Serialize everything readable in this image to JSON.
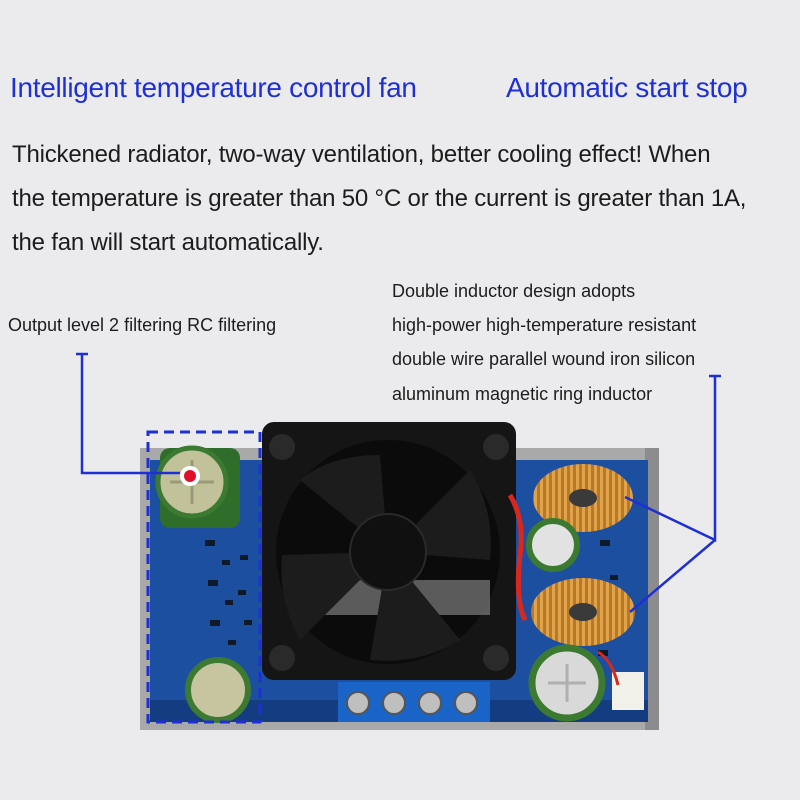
{
  "headline": {
    "left": "Intelligent temperature control fan",
    "right": "Automatic start stop"
  },
  "description": {
    "lines": [
      "Thickened radiator, two-way ventilation, better cooling effect! When",
      "the temperature is greater than 50 °C or the current is greater than 1A,",
      "the fan will start automatically."
    ]
  },
  "callouts": {
    "output_filter": "Output level 2 filtering RC filtering",
    "inductor": [
      "Double inductor design adopts",
      "high-power high-temperature resistant",
      "double wire parallel wound iron silicon",
      "aluminum magnetic ring inductor"
    ]
  },
  "colors": {
    "accent_blue": "#1f2fd6",
    "background": "#ebebee",
    "pcb": "#1d4fa0",
    "dot_red": "#e0102a"
  }
}
